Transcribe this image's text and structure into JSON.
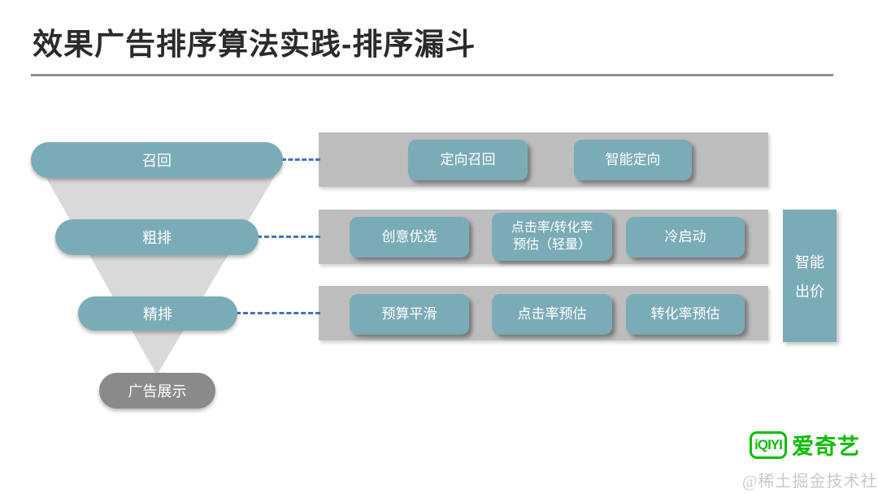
{
  "slide": {
    "title": "效果广告排序算法实践-排序漏斗"
  },
  "funnel": {
    "stages": [
      "召回",
      "粗排",
      "精排"
    ],
    "output_label": "广告展示"
  },
  "rows": [
    {
      "buttons": [
        {
          "lines": [
            "定向召回"
          ]
        },
        {
          "lines": [
            "智能定向"
          ]
        }
      ]
    },
    {
      "buttons": [
        {
          "lines": [
            "创意优选"
          ]
        },
        {
          "lines": [
            "点击率/转化率",
            "预估（轻量）"
          ]
        },
        {
          "lines": [
            "冷启动"
          ]
        }
      ]
    },
    {
      "buttons": [
        {
          "lines": [
            "预算平滑"
          ]
        },
        {
          "lines": [
            "点击率预估"
          ]
        },
        {
          "lines": [
            "转化率预估"
          ]
        }
      ]
    }
  ],
  "side_box": {
    "lines": [
      "智能",
      "出价"
    ]
  },
  "footer": {
    "logo_mark": "iQIYI",
    "brand_name": "爱奇艺",
    "watermark": "@稀土掘金技术社区"
  },
  "colors": {
    "teal": "#7aacb8",
    "bar_gray": "#bdbdbd",
    "funnel_gray": "#d9d9d9",
    "display_gray": "#8a8a8a",
    "connector_blue": "#4472c4",
    "brand_green": "#0bbe06",
    "title_dark": "#2b2b2b",
    "divider_gray": "#8f8f8f",
    "watermark_gray": "#c9c9c9"
  }
}
